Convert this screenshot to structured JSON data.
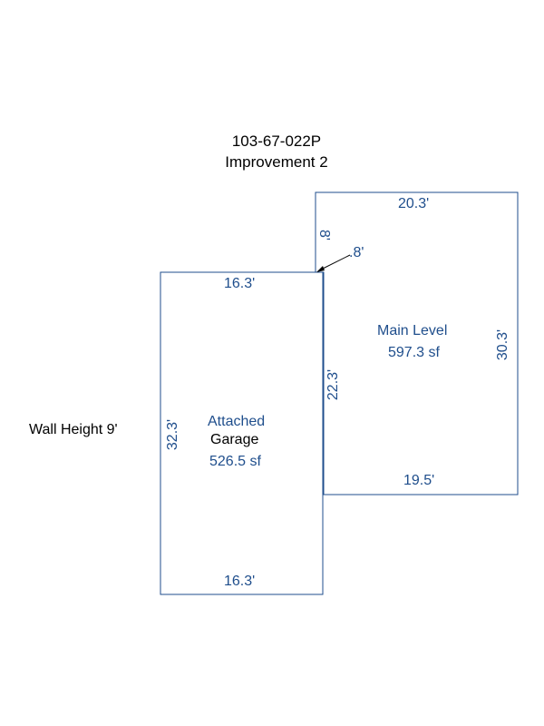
{
  "header": {
    "parcel_id": "103-67-022P",
    "improvement": "Improvement 2"
  },
  "note": {
    "wall_height": "Wall Height 9'"
  },
  "colors": {
    "line": "#1f4e8c",
    "text_blue": "#1f4e8c",
    "text_black": "#000000"
  },
  "main_level": {
    "name": "Main Level",
    "area": "597.3 sf",
    "dims": {
      "top": "20.3'",
      "bottom": "19.5'",
      "right": "30.3'",
      "left_upper": "8'",
      "left_lower": "22.3'",
      "offset": ".8'"
    }
  },
  "garage": {
    "name_line1": "Attached",
    "name_line2": "Garage",
    "area": "526.5 sf",
    "dims": {
      "top": "16.3'",
      "bottom": "16.3'",
      "left": "32.3'"
    }
  }
}
